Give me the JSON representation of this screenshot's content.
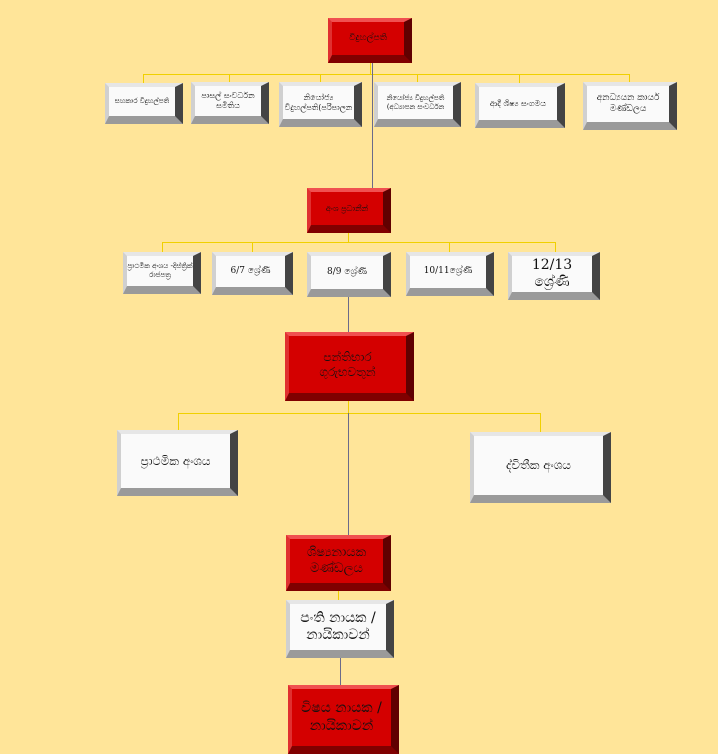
{
  "principal": "විදුහල්පති",
  "level1": [
    "සහකාර විදුහල්පති",
    "පාසල් සංවර්ධන සමිතිය",
    "නියෝජ්‍ය විදුහල්පති(පරිපාලන",
    "නියෝජ්‍ය විදුහල්පති (අධ්‍යාපන සංවර්ධන",
    "ආදී ශිෂ්‍ය සංගමය",
    "අනධ්‍යයන කාර්ය මණ්ඩලය"
  ],
  "section_heads": "අංශ ප්‍රධානීන්",
  "grades": [
    "ප්‍රාථමික අංශය -දිස්ත්‍රික් රාජපත්‍ර",
    "6/7 ශ්‍රේණි",
    "8/9 ශ්‍රේණි",
    "10/11ශ්‍රේණි",
    "12/13 ශ්‍රේණි"
  ],
  "class_teachers": "පන්තිභාර ගුරුභවතුන්",
  "sections": [
    "ප්‍රාථමික අංශය",
    "ද්විතීක අංශය"
  ],
  "prefects": "ශිෂ්‍යනායක මණ්ඩලය",
  "class_leaders": "පංති නායක /නායිකාවන්",
  "subject_leaders": "විෂය නායක /නායිකාවන්",
  "colors": {
    "background": "#ffe599",
    "red": "#d40000",
    "white": "#fafafa"
  }
}
